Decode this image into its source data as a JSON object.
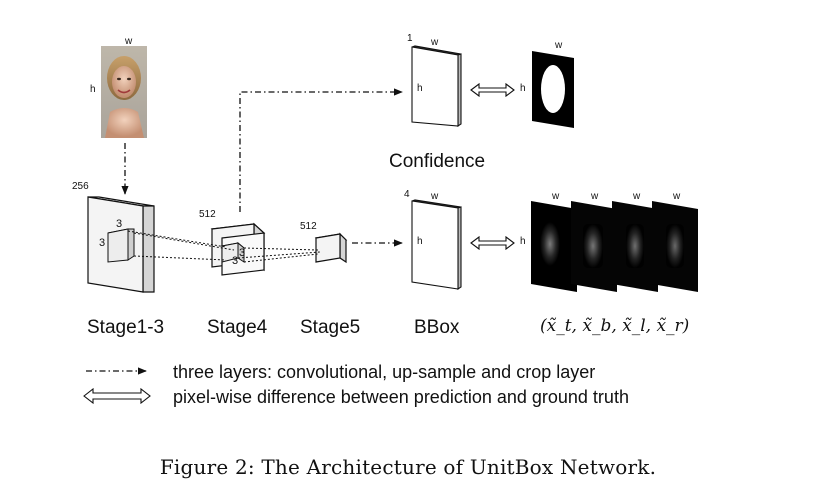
{
  "stages": {
    "stage1_3": {
      "label": "Stage1-3",
      "channels": "256",
      "kernel_h": "3",
      "kernel_w": "3"
    },
    "stage4": {
      "label": "Stage4",
      "channels": "512",
      "kernel_h": "3",
      "kernel_w": "3"
    },
    "stage5": {
      "label": "Stage5",
      "channels": "512"
    },
    "bbox": {
      "label": "BBox",
      "channels": "4",
      "w": "w",
      "h": "h"
    }
  },
  "input": {
    "w": "w",
    "h": "h"
  },
  "confidence": {
    "label": "Confidence",
    "channels": "1",
    "w": "w",
    "h": "h"
  },
  "gt_confidence": {
    "w": "w",
    "h": "h"
  },
  "gt_bbox": {
    "w_labels": [
      "w",
      "w",
      "w",
      "w"
    ],
    "h": "h",
    "label": "(x̃_t, x̃_b, x̃_l, x̃_r)"
  },
  "legend": {
    "dashdot": "three layers: convolutional, up-sample and crop layer",
    "double_arrow": "pixel-wise difference between prediction and ground truth"
  },
  "caption": "Figure 2: The Architecture of UnitBox Network.",
  "colors": {
    "ink": "#111111",
    "face_bg": "#c9b6a6"
  }
}
